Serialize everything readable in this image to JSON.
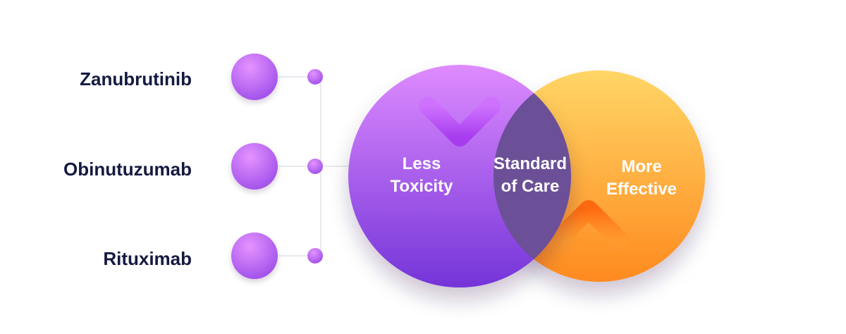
{
  "drugs": [
    {
      "label": "Zanubrutinib"
    },
    {
      "label": "Obinutuzumab"
    },
    {
      "label": "Rituximab"
    }
  ],
  "venn": {
    "left": {
      "line1": "Less",
      "line2": "Toxicity",
      "icon": "arrow-down-icon"
    },
    "middle": {
      "line1": "Standard",
      "line2": "of Care"
    },
    "right": {
      "line1": "More",
      "line2": "Effective",
      "icon": "arrow-up-icon"
    }
  },
  "colors": {
    "text_dark": "#141a40",
    "purple_light": "#de8bff",
    "purple_dark": "#7434d8",
    "orange_light": "#ffd666",
    "orange_dark": "#ff8a1f",
    "overlap": "#6b5097"
  }
}
